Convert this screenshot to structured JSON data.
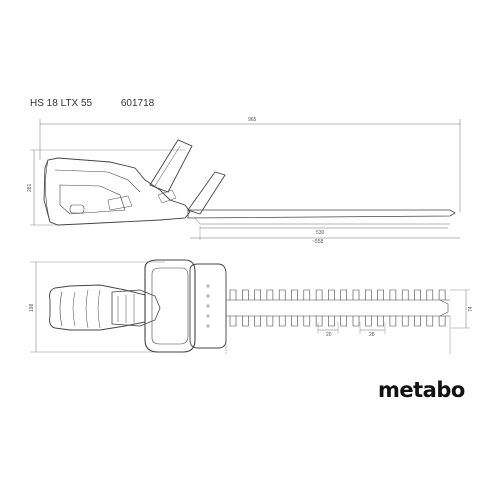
{
  "header": {
    "model": "HS 18 LTX 55",
    "article_number": "601718"
  },
  "dimensions": {
    "total_length": "965",
    "height": "281",
    "blade_cut_length": "530",
    "blade_length": "~558",
    "width": "198",
    "tooth_spacing": "20",
    "tooth_pitch": "28",
    "blade_height": "74"
  },
  "brand": {
    "name": "metabo"
  }
}
